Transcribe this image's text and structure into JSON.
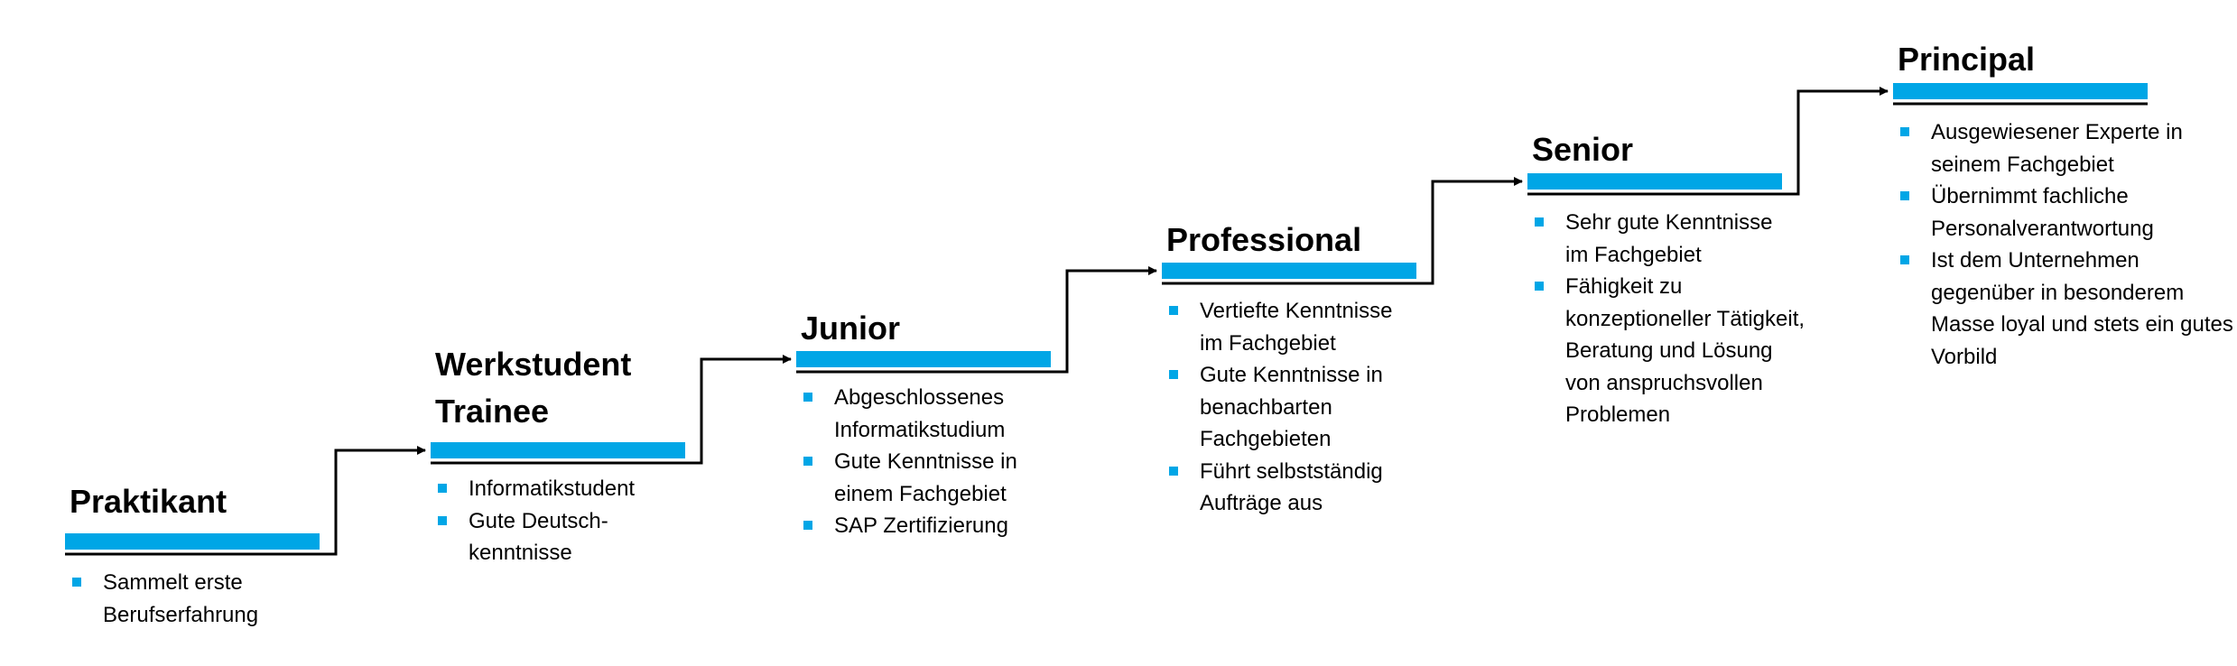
{
  "colors": {
    "accent": "#00A6E6",
    "line": "#000000",
    "text": "#000000"
  },
  "stages": [
    {
      "title": [
        "Praktikant"
      ],
      "bullets": [
        "Sammelt erste Berufserfahrung"
      ]
    },
    {
      "title": [
        "Werkstudent",
        "Trainee"
      ],
      "bullets": [
        "Informatikstudent",
        "Gute Deutsch-kenntnisse"
      ]
    },
    {
      "title": [
        "Junior"
      ],
      "bullets": [
        "Abgeschlossenes Informatikstudium",
        "Gute Kenntnisse in einem Fachgebiet",
        "SAP Zertifizierung"
      ]
    },
    {
      "title": [
        "Professional"
      ],
      "bullets": [
        "Vertiefte Kenntnisse im Fachgebiet",
        "Gute Kenntnisse in benachbarten Fachgebieten",
        "Führt selbstständig Aufträge aus"
      ]
    },
    {
      "title": [
        "Senior"
      ],
      "bullets": [
        "Sehr gute Kenntnisse im Fachgebiet",
        "Fähigkeit zu konzeptioneller Tätigkeit, Beratung und Lösung von anspruchsvollen Problemen"
      ]
    },
    {
      "title": [
        "Principal"
      ],
      "bullets": [
        "Ausgewiesener Experte in seinem Fachgebiet",
        "Übernimmt fachliche Personalverantwortung",
        "Ist dem Unternehmen gegenüber in besonderem Masse loyal und stets ein gutes Vorbild"
      ]
    }
  ]
}
